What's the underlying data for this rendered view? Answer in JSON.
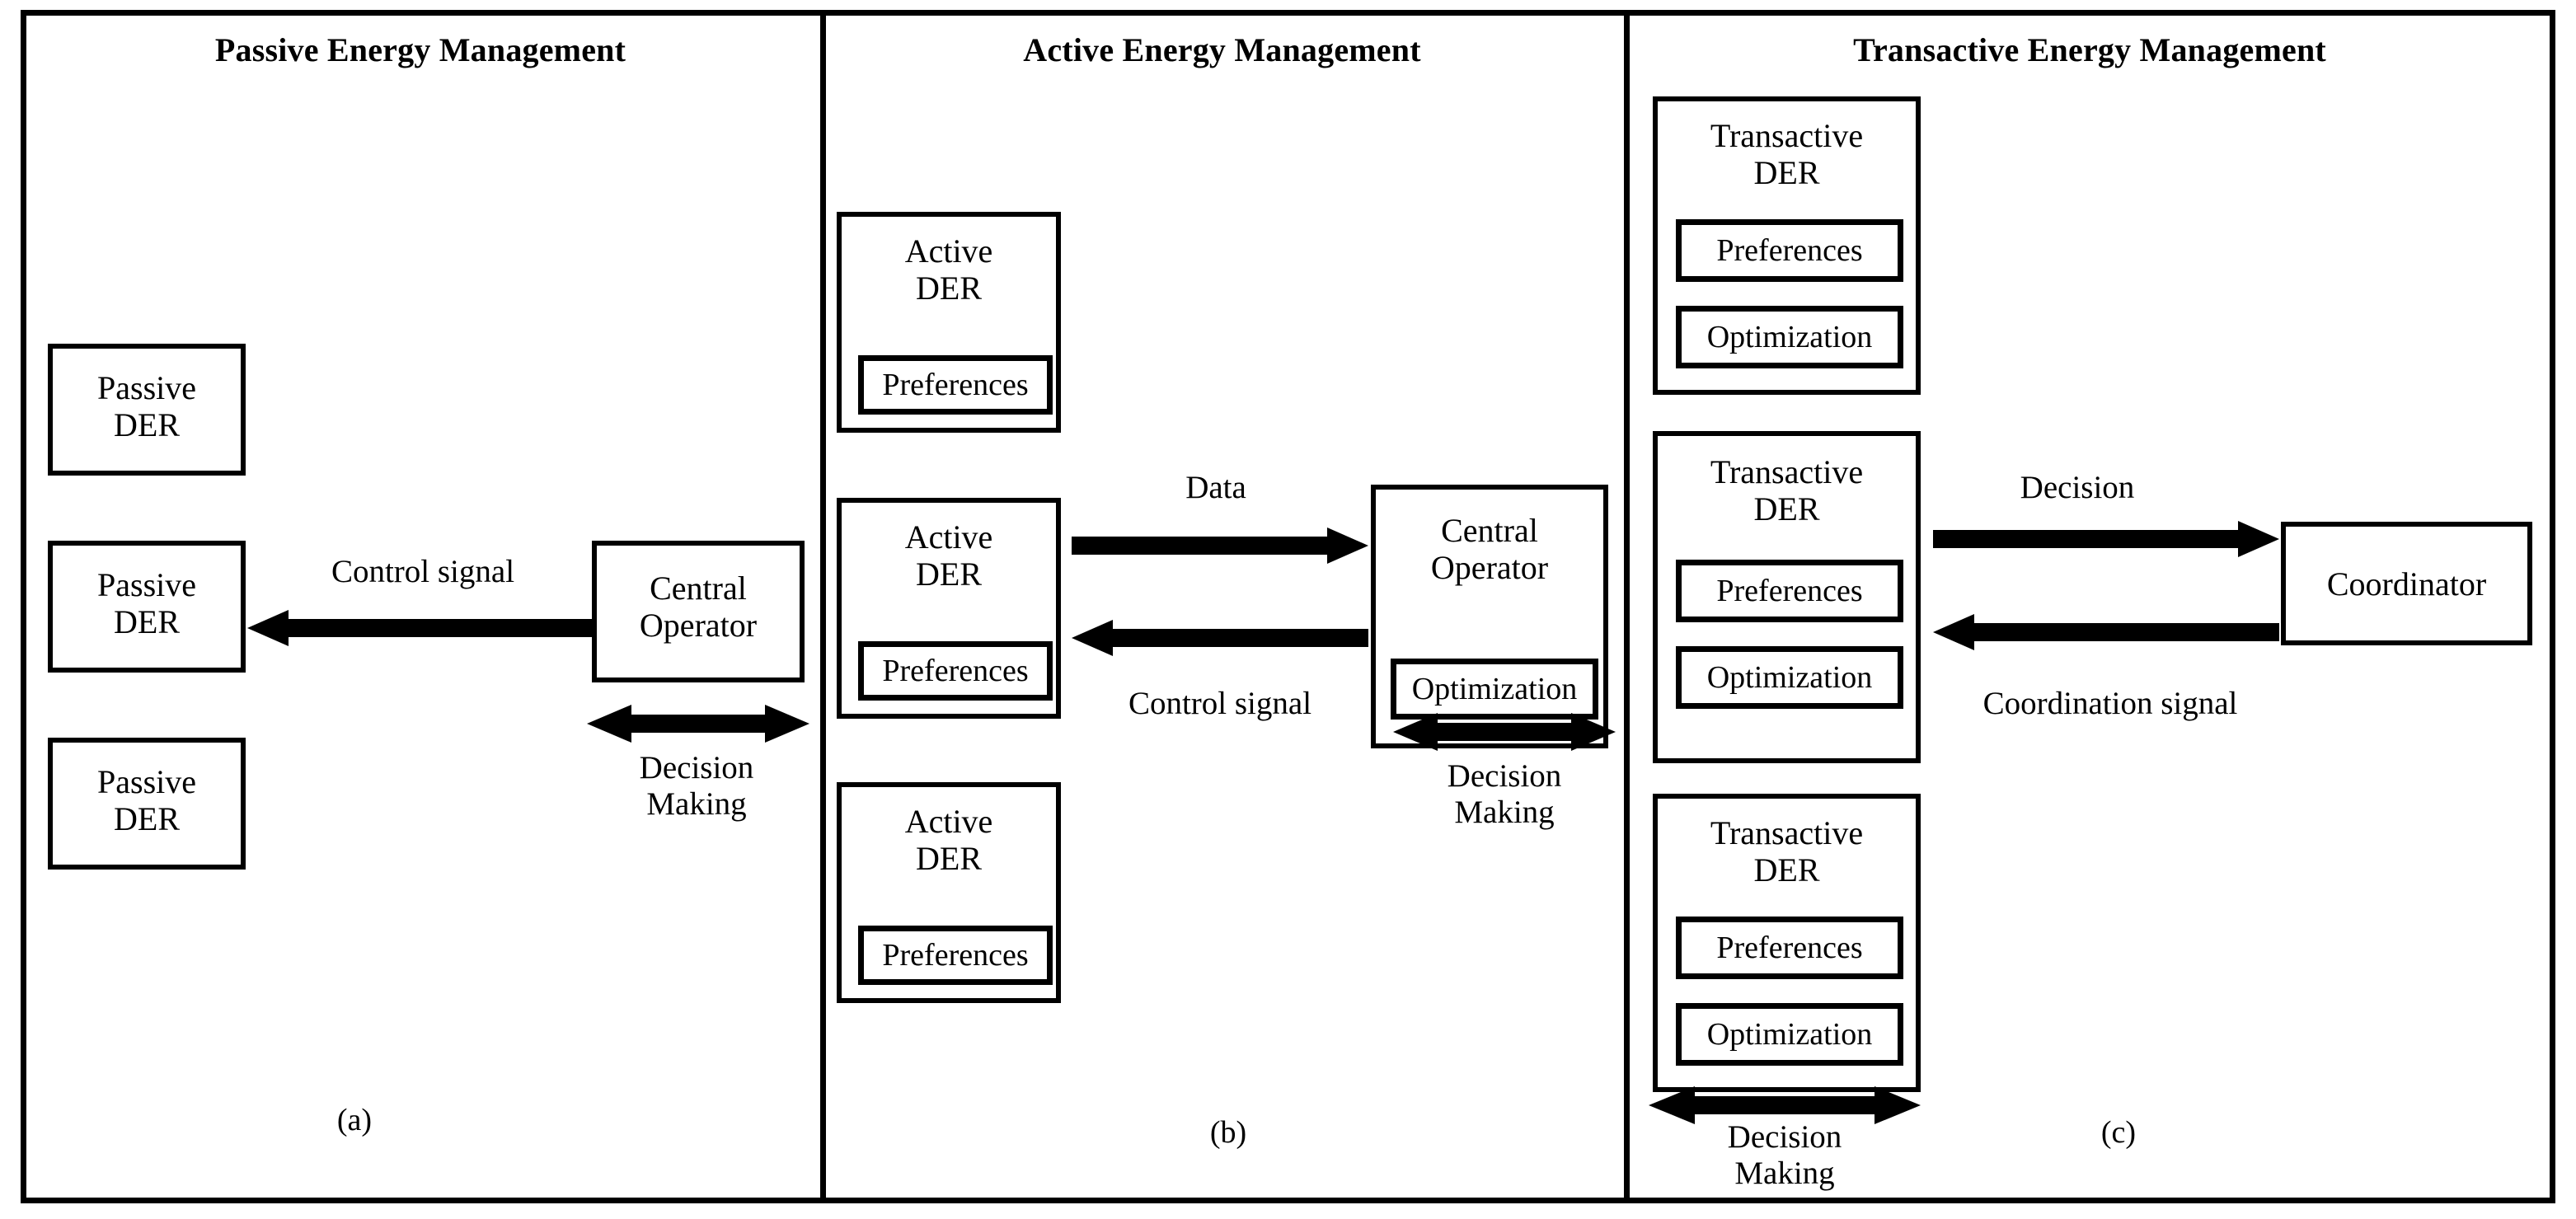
{
  "figure": {
    "panels": [
      {
        "id": "a",
        "title": "Passive Energy Management",
        "caption": "(a)",
        "nodes": [
          {
            "name": "passive-der-1",
            "title_line1": "Passive",
            "title_line2": "DER"
          },
          {
            "name": "passive-der-2",
            "title_line1": "Passive",
            "title_line2": "DER"
          },
          {
            "name": "passive-der-3",
            "title_line1": "Passive",
            "title_line2": "DER"
          },
          {
            "name": "central-operator",
            "title_line1": "Central",
            "title_line2": "Operator"
          }
        ],
        "edges": [
          {
            "name": "control-signal-arrow",
            "label": "Control signal",
            "direction": "left"
          },
          {
            "name": "decision-making-arrow",
            "label_line1": "Decision",
            "label_line2": "Making",
            "direction": "both"
          }
        ]
      },
      {
        "id": "b",
        "title": "Active Energy Management",
        "caption": "(b)",
        "nodes": [
          {
            "name": "active-der-1",
            "title_line1": "Active",
            "title_line2": "DER",
            "sub1": "Preferences"
          },
          {
            "name": "active-der-2",
            "title_line1": "Active",
            "title_line2": "DER",
            "sub1": "Preferences"
          },
          {
            "name": "active-der-3",
            "title_line1": "Active",
            "title_line2": "DER",
            "sub1": "Preferences"
          },
          {
            "name": "central-operator",
            "title_line1": "Central",
            "title_line2": "Operator",
            "sub1": "Optimization"
          }
        ],
        "edges": [
          {
            "name": "data-arrow",
            "label": "Data",
            "direction": "right"
          },
          {
            "name": "control-signal-arrow",
            "label": "Control signal",
            "direction": "left"
          },
          {
            "name": "decision-making-arrow",
            "label_line1": "Decision",
            "label_line2": "Making",
            "direction": "both"
          }
        ]
      },
      {
        "id": "c",
        "title": "Transactive Energy Management",
        "caption": "(c)",
        "nodes": [
          {
            "name": "transactive-der-1",
            "title_line1": "Transactive",
            "title_line2": "DER",
            "sub1": "Preferences",
            "sub2": "Optimization"
          },
          {
            "name": "transactive-der-2",
            "title_line1": "Transactive",
            "title_line2": "DER",
            "sub1": "Preferences",
            "sub2": "Optimization"
          },
          {
            "name": "transactive-der-3",
            "title_line1": "Transactive",
            "title_line2": "DER",
            "sub1": "Preferences",
            "sub2": "Optimization"
          },
          {
            "name": "coordinator",
            "title_line1": "Coordinator"
          }
        ],
        "edges": [
          {
            "name": "decision-arrow",
            "label": "Decision",
            "direction": "right"
          },
          {
            "name": "coordination-signal-arrow",
            "label": "Coordination signal",
            "direction": "left"
          },
          {
            "name": "decision-making-arrow",
            "label_line1": "Decision",
            "label_line2": "Making",
            "direction": "both"
          }
        ]
      }
    ],
    "colors": {
      "stroke": "#000000",
      "background": "#ffffff"
    }
  }
}
